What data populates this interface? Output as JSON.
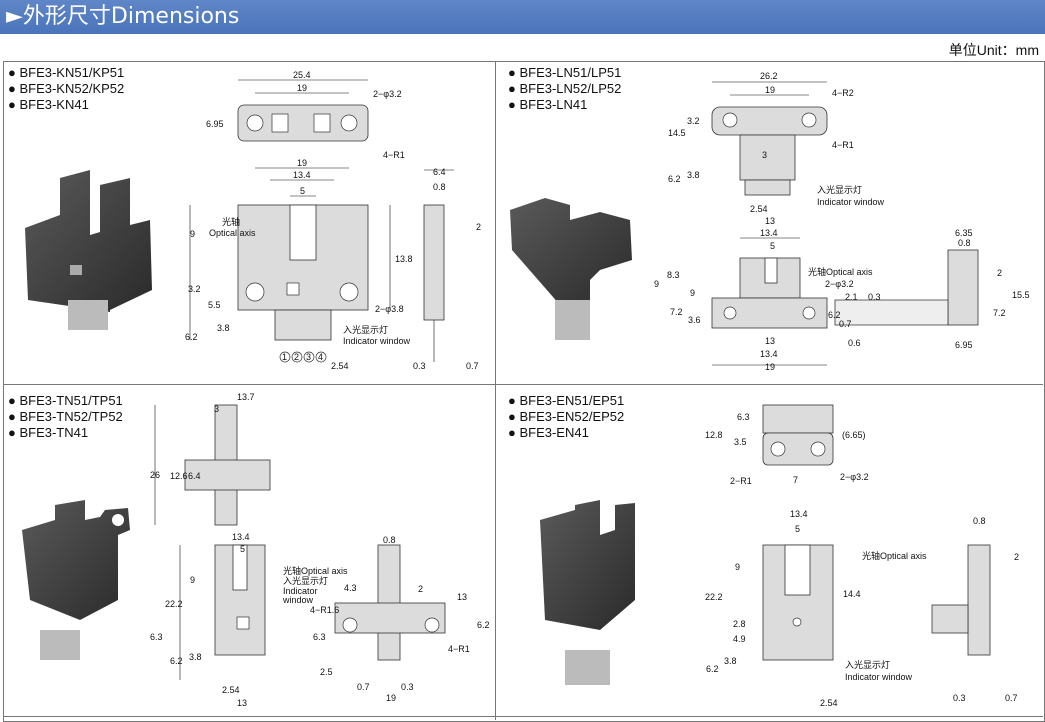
{
  "header": {
    "title": "►外形尺寸Dimensions",
    "unit": "单位Unit：mm"
  },
  "sections": {
    "kn": {
      "models": [
        "BFE3-KN51/KP51",
        "BFE3-KN52/KP52",
        "BFE3-KN41"
      ]
    },
    "ln": {
      "models": [
        "BFE3-LN51/LP51",
        "BFE3-LN52/LP52",
        "BFE3-LN41"
      ]
    },
    "tn": {
      "models": [
        "BFE3-TN51/TP51",
        "BFE3-TN52/TP52",
        "BFE3-TN41"
      ]
    },
    "en": {
      "models": [
        "BFE3-EN51/EP51",
        "BFE3-EN52/EP52",
        "BFE3-EN41"
      ]
    }
  },
  "labels": {
    "optical_cn": "光轴",
    "optical_en": "Optical axis",
    "optical_combined": "光轴Optical axis",
    "indicator_cn": "入光显示灯",
    "indicator_en": "Indicator window",
    "indicator_en2": "Indicator",
    "indicator_en3": "window"
  },
  "kn_dims": {
    "d1": "25.4",
    "d2": "19",
    "d3": "2−φ3.2",
    "d4": "6.95",
    "d5": "4−R1",
    "d6": "19",
    "d7": "13.4",
    "d8": "5",
    "d9": "9",
    "d10": "13.8",
    "d11": "3.2",
    "d12": "5.5",
    "d13": "2−φ3.8",
    "d14": "6.2",
    "d15": "3.8",
    "d16": "2.54",
    "d17": "6.4",
    "d18": "0.8",
    "d19": "2",
    "d20": "0.3",
    "d21": "0.7"
  },
  "ln_dims": {
    "d1": "26.2",
    "d2": "19",
    "d3": "4−R2",
    "d4": "3.2",
    "d5": "14.5",
    "d6": "4−R1",
    "d7": "3",
    "d8": "6.2",
    "d9": "3.8",
    "d10": "2.54",
    "d11": "13",
    "d12": "13.4",
    "d13": "5",
    "d14": "8.3",
    "d15": "9",
    "d16": "9",
    "d17": "2−φ3.2",
    "d18": "2.1",
    "d19": "0.3",
    "d20": "7.2",
    "d21": "3.6",
    "d22": "6.2",
    "d23": "0.7",
    "d24": "0.6",
    "d25": "13",
    "d26": "13.4",
    "d27": "19",
    "d28": "6.35",
    "d29": "0.8",
    "d30": "2",
    "d31": "7.2",
    "d32": "15.5",
    "d33": "6.95"
  },
  "tn_dims": {
    "d1": "13.7",
    "d2": "3",
    "d3": "26",
    "d4": "12.6",
    "d5": "6.4",
    "d6": "13.4",
    "d7": "5",
    "d8": "9",
    "d9": "22.2",
    "d10": "6.3",
    "d11": "6.2",
    "d12": "3.8",
    "d13": "2.54",
    "d14": "13",
    "d15": "0.8",
    "d16": "4.3",
    "d17": "2",
    "d18": "4−R1.6",
    "d19": "13",
    "d20": "6.3",
    "d21": "6.2",
    "d22": "4−R1",
    "d23": "2.5",
    "d24": "0.7",
    "d25": "0.3",
    "d26": "19"
  },
  "en_dims": {
    "d1": "6.3",
    "d2": "12.8",
    "d3": "3.5",
    "d4": "(6.65)",
    "d5": "2−R1",
    "d6": "7",
    "d7": "2−φ3.2",
    "d8": "13.4",
    "d9": "5",
    "d10": "9",
    "d11": "22.2",
    "d12": "14.4",
    "d13": "2.8",
    "d14": "4.9",
    "d15": "6.2",
    "d16": "3.8",
    "d17": "2.54",
    "d18": "0.8",
    "d19": "2",
    "d20": "0.3",
    "d21": "0.7"
  },
  "pins": [
    "1",
    "2",
    "3",
    "4"
  ]
}
